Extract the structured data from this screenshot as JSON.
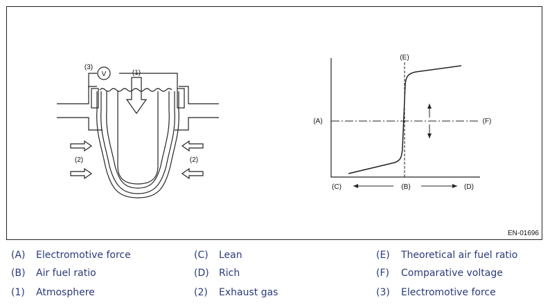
{
  "figure": {
    "code": "EN-01696",
    "sensor_labels": {
      "voltmeter": "V",
      "atmosphere_tag": "(1)",
      "exhaust_tag": "(2)",
      "emf_tag": "(3)"
    },
    "graph_labels": {
      "A": "(A)",
      "B": "(B)",
      "C": "(C)",
      "D": "(D)",
      "E": "(E)",
      "F": "(F)"
    }
  },
  "legend": [
    {
      "key": "(A)",
      "text": "Electromotive force"
    },
    {
      "key": "(C)",
      "text": "Lean"
    },
    {
      "key": "(E)",
      "text": "Theoretical air fuel ratio"
    },
    {
      "key": "(B)",
      "text": "Air fuel ratio"
    },
    {
      "key": "(D)",
      "text": "Rich"
    },
    {
      "key": "(F)",
      "text": "Comparative voltage"
    },
    {
      "key": "(1)",
      "text": "Atmosphere"
    },
    {
      "key": "(2)",
      "text": "Exhaust gas"
    },
    {
      "key": "(3)",
      "text": "Electromotive force"
    }
  ],
  "colors": {
    "legend_text": "#2a3a78",
    "lines": "#222222"
  }
}
